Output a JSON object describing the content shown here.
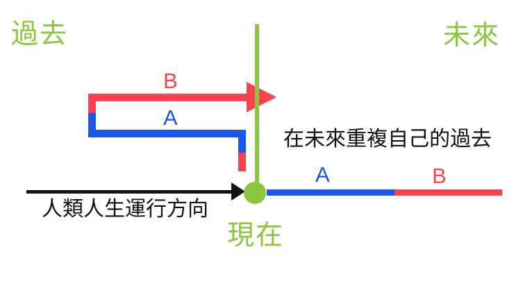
{
  "colors": {
    "green": "#8CC63F",
    "red": "#F8424F",
    "blue": "#1856EE",
    "black": "#111111"
  },
  "axis": {
    "past_label": "過去",
    "future_label": "未來",
    "now_label": "現在"
  },
  "loop": {
    "b_label": "B",
    "a_label": "A"
  },
  "timeline": {
    "a_label": "A",
    "b_label": "B"
  },
  "annotations": {
    "caption": "在未來重複自己的過去",
    "life_direction": "人類人生運行方向"
  }
}
